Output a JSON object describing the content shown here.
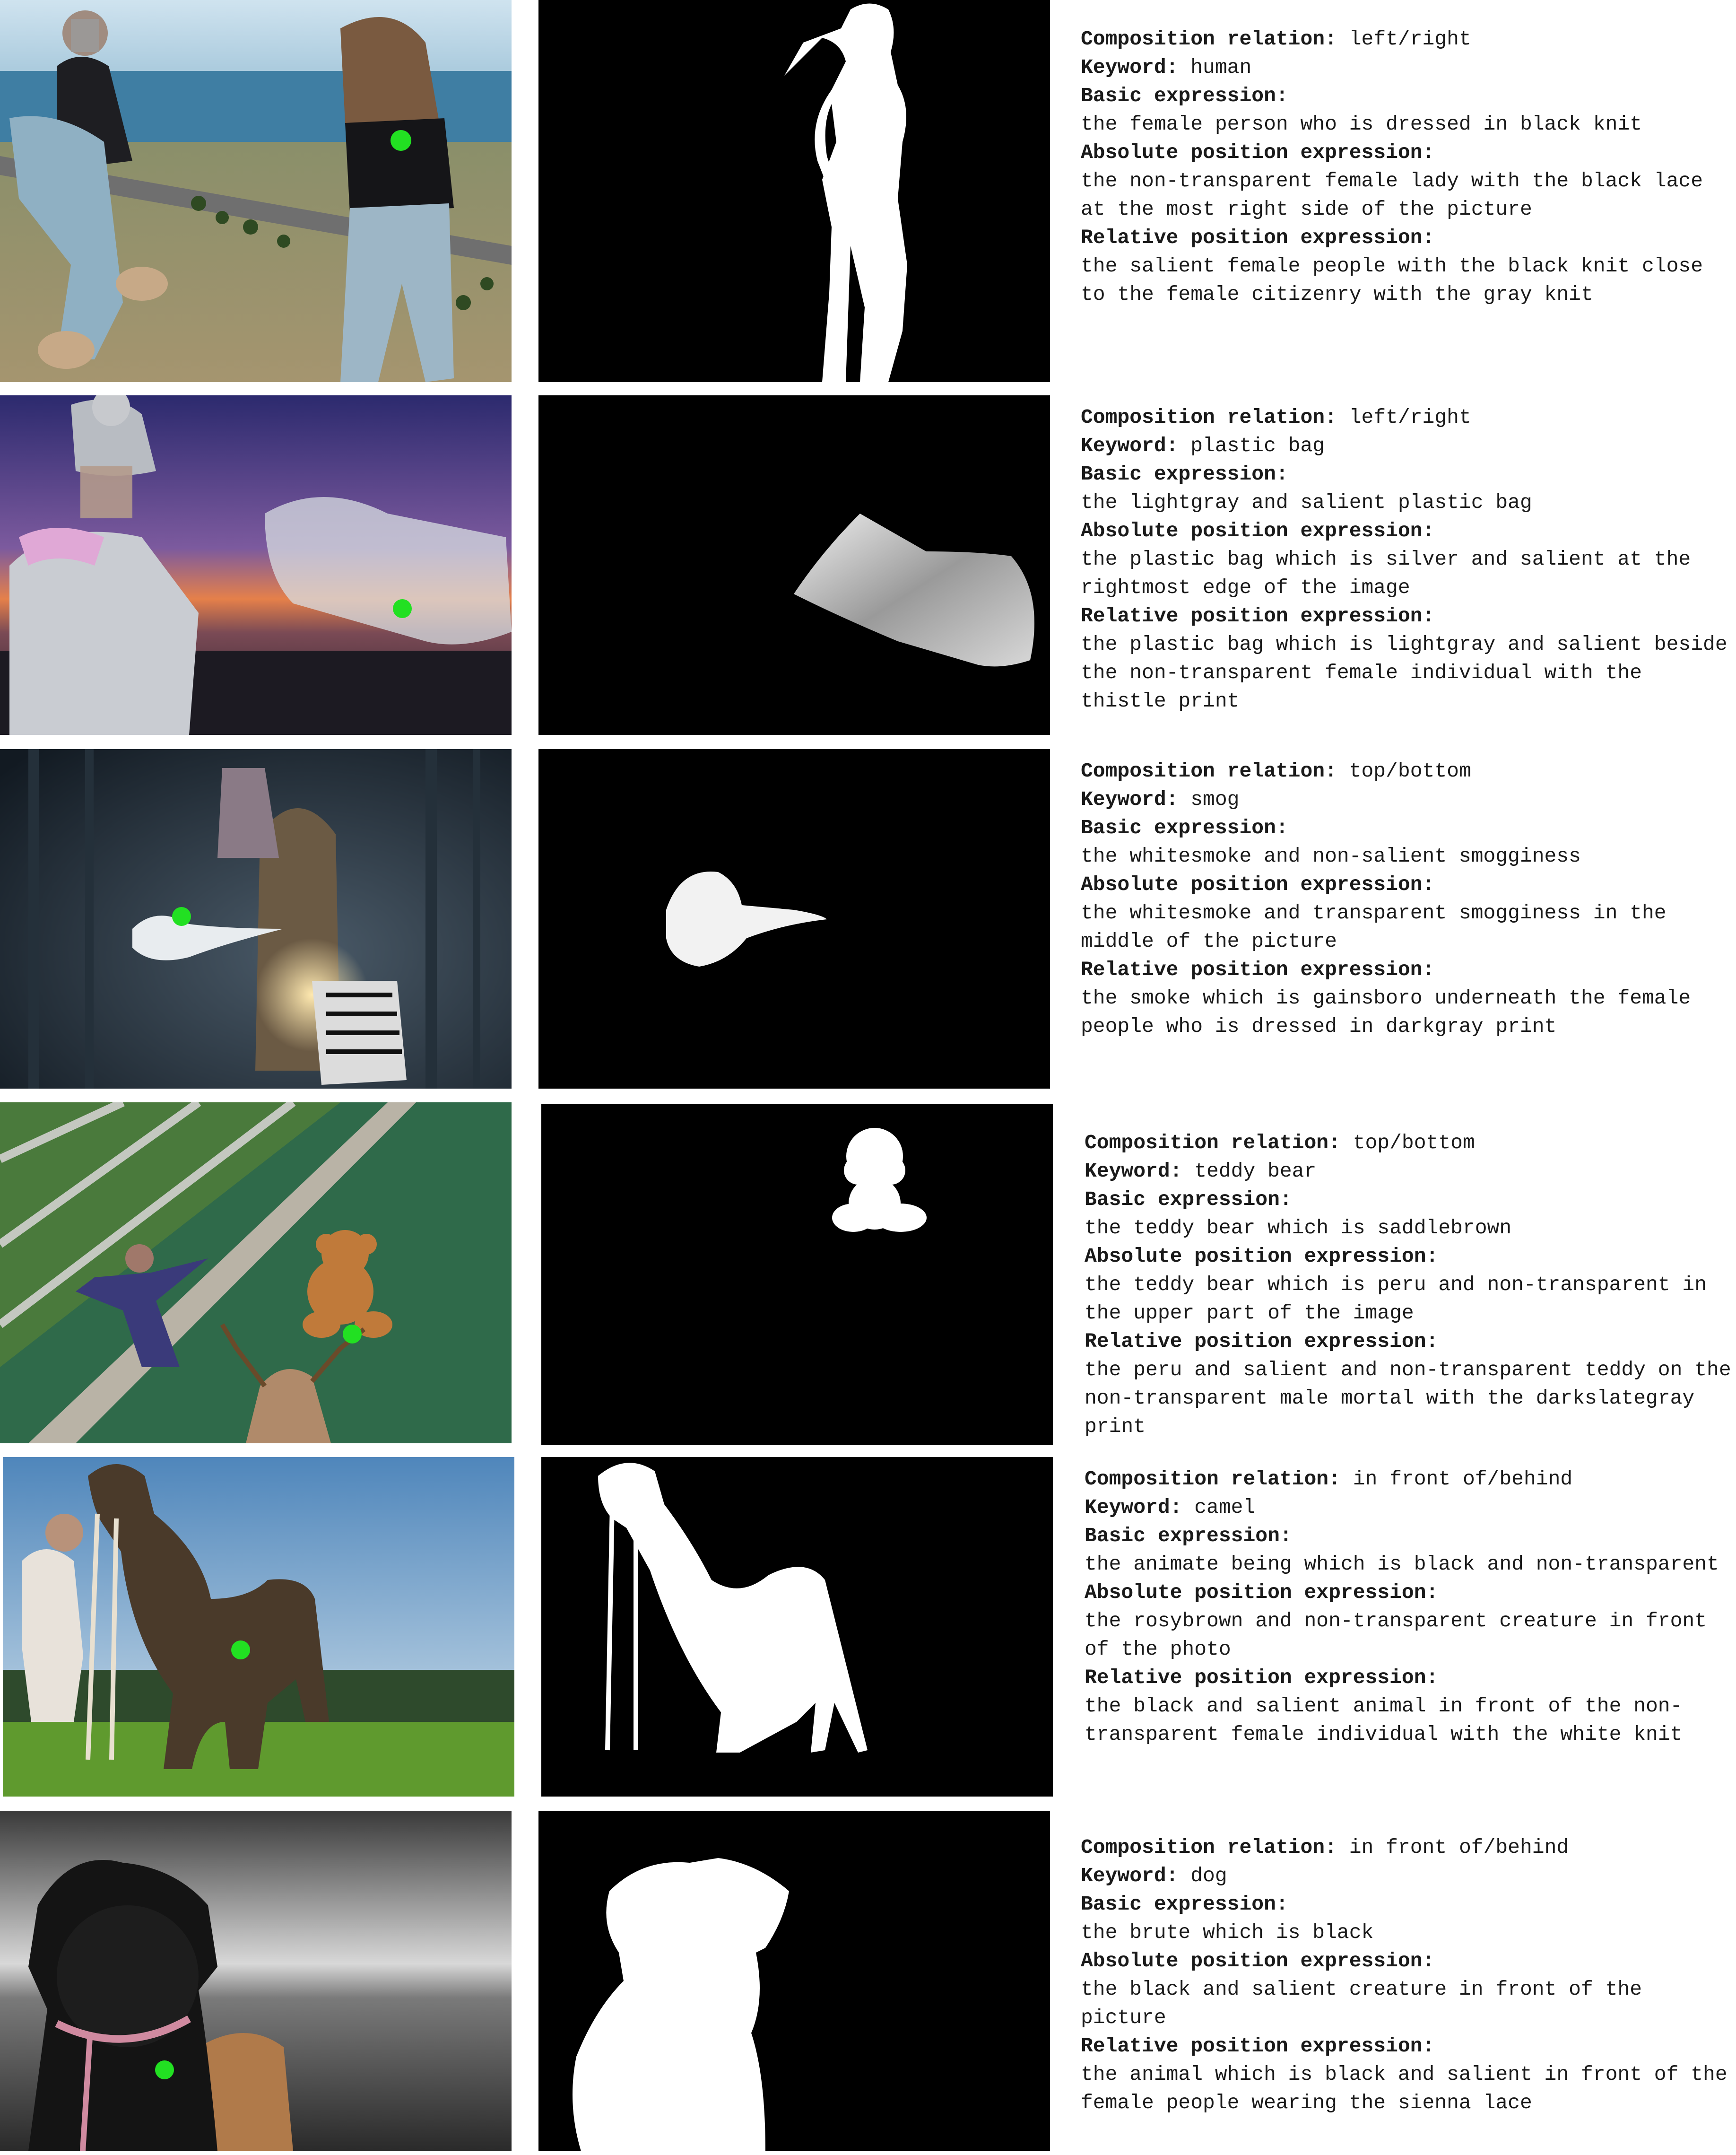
{
  "labels": {
    "composition": "Composition relation:",
    "keyword": "Keyword:",
    "basic": "Basic expression:",
    "absolute": "Absolute position expression:",
    "relative": "Relative position expression:"
  },
  "rows": [
    {
      "composition": "left/right",
      "keyword": "human",
      "basic": "the female person who is dressed in black knit",
      "absolute": "the non-transparent female lady with the black lace at the most right side of the picture",
      "relative": "the salient female people with the black knit close to the female citizenry with the gray knit"
    },
    {
      "composition": "left/right",
      "keyword": "plastic bag",
      "basic": "the lightgray and salient plastic bag",
      "absolute": "the plastic bag which is silver and salient at the rightmost edge of the image",
      "relative": "the plastic bag which is lightgray and salient beside the non-transparent female individual with the thistle print"
    },
    {
      "composition": "top/bottom",
      "keyword": "smog",
      "basic": "the whitesmoke and non-salient smogginess",
      "absolute": "the whitesmoke and transparent smogginess in the middle of the picture",
      "relative": "the smoke which is gainsboro underneath the female people who is dressed in darkgray print"
    },
    {
      "composition": "top/bottom",
      "keyword": "teddy bear",
      "basic": "the teddy bear which is saddlebrown",
      "absolute": "the teddy bear which is peru and non-transparent in the upper part of the image",
      "relative": "the peru and salient and non-transparent teddy on the non-transparent male mortal with the darkslategray print"
    },
    {
      "composition": "in front of/behind",
      "keyword": "camel",
      "basic": "the animate being which is black and non-transparent",
      "absolute": "the rosybrown and non-transparent creature in front of the photo",
      "relative": "the black and salient animal in front of the non-transparent female individual with the white knit"
    },
    {
      "composition": "in front of/behind",
      "keyword": "dog",
      "basic": "the brute which is black",
      "absolute": "the black and salient creature in front of the picture",
      "relative": "the animal which is black and salient in front of the female people wearing the sienna lace"
    }
  ]
}
